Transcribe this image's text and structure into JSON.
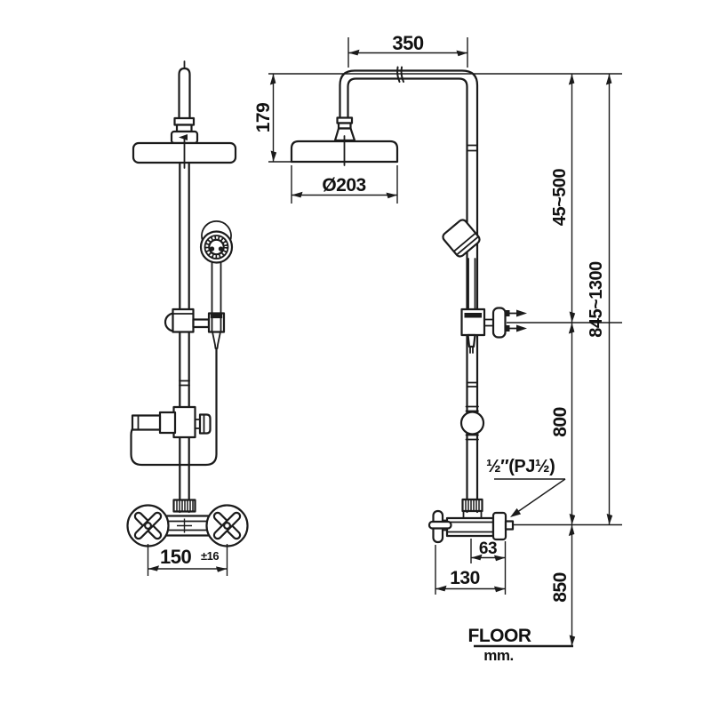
{
  "drawing": {
    "type": "shower-system-installation-dimension-diagram",
    "ink_color": "#1b1b1b",
    "background_color": "#ffffff",
    "floor_label": "FLOOR",
    "units_label": "mm.",
    "connection_label": "½″(PJ½)",
    "dims": {
      "arm_width": "350",
      "head_drop": "179",
      "head_diameter": "Ø203",
      "height_adjust": "45~500",
      "overall_height": "845~1300",
      "riser_height": "800",
      "valve_to_floor": "850",
      "faucet_centers": "150",
      "faucet_centers_tol": "±16",
      "outlet_to_wall": "63",
      "handle_to_wall": "130"
    }
  }
}
